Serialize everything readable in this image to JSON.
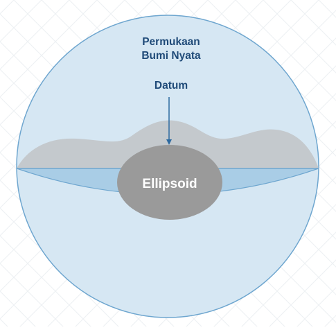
{
  "labels": {
    "surface_line1": "Permukaan",
    "surface_line2": "Bumi Nyata",
    "datum": "Datum",
    "ellipsoid": "Ellipsoid"
  },
  "colors": {
    "background_pattern": "#eef1f4",
    "sphere_fill": "#d6e7f3",
    "sphere_stroke": "#6ea6cf",
    "datum_band": "#a9cde6",
    "terrain": "#c4c9cd",
    "ellipsoid": "#9a9a9a",
    "label_text": "#1f4a78",
    "arrow": "#2d6aa0"
  }
}
